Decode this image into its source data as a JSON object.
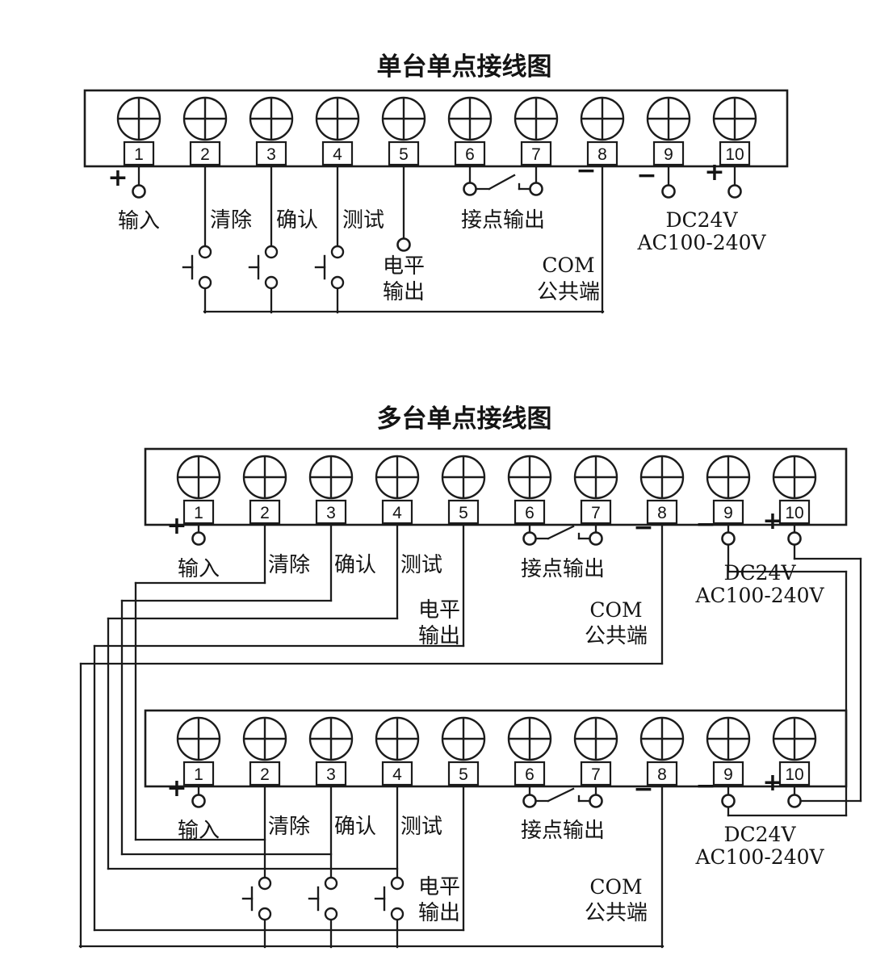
{
  "diagrams": {
    "single": {
      "title": "单台单点接线图"
    },
    "multi": {
      "title": "多台单点接线图"
    }
  },
  "terminal_numbers": [
    "1",
    "2",
    "3",
    "4",
    "5",
    "6",
    "7",
    "8",
    "9",
    "10"
  ],
  "labels": {
    "plus": "+",
    "minus": "−",
    "input": "输入",
    "clear": "清除",
    "confirm": "确认",
    "test": "测试",
    "level_line1": "电平",
    "level_line2": "输出",
    "contact_output": "接点输出",
    "com_line1": "COM",
    "com_line2": "公共端",
    "power_line1": "DC24V",
    "power_line2": "AC100-240V"
  },
  "colors": {
    "line": "#1b1b1b",
    "background": "#ffffff"
  }
}
